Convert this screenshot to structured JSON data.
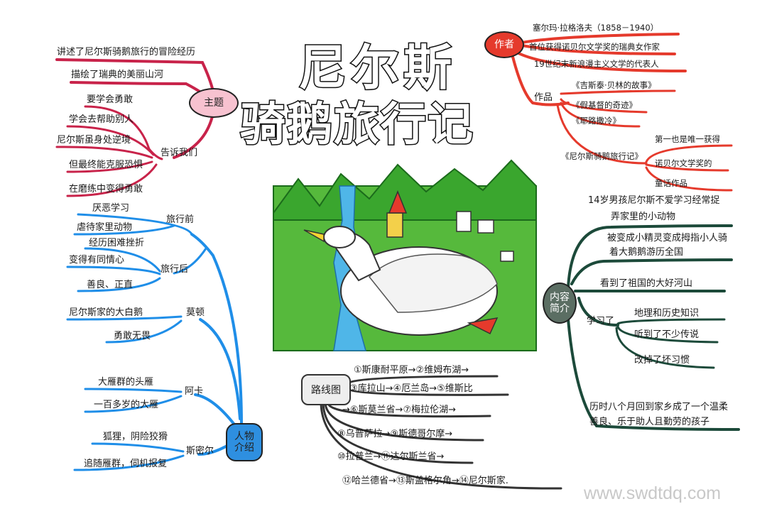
{
  "title": {
    "line1": "尼尔斯",
    "line2": "骑鹅旅行记"
  },
  "watermark": "www.swdtdq.com",
  "author": {
    "label": "作者",
    "lines": [
      "塞尔玛·拉格洛夫（1858－1940）",
      "首位获得诺贝尔文学奖的瑞典女作家",
      "19世纪末新浪漫主义文学的代表人"
    ],
    "works_label": "作品",
    "works": [
      "《吉斯泰·贝林的故事》",
      "《假基督的奇迹》",
      "《耶路撒冷》",
      "《尼尔斯骑鹅旅行记》"
    ],
    "nils_note": [
      "第一也是唯一获得",
      "诺贝尔文学奖的",
      "童话作品"
    ]
  },
  "theme": {
    "label": "主题",
    "lines": [
      "讲述了尼尔斯骑鹅旅行的冒险经历",
      "描绘了瑞典的美丽山河"
    ],
    "tells_label": "告诉我们",
    "tells": [
      "要学会勇敢",
      "学会去帮助别人",
      "尼尔斯虽身处逆境",
      "但最终能克服恐惧",
      "在磨练中变得勇敢"
    ]
  },
  "characters": {
    "label": "人物介绍",
    "before_label": "旅行前",
    "before": [
      "厌恶学习",
      "虐待家里动物"
    ],
    "after_label": "旅行后",
    "after": [
      "经历困难挫折",
      "变得有同情心",
      "善良、正直"
    ],
    "morten_label": "莫顿",
    "morten": [
      "尼尔斯家的大白鹅",
      "勇敢无畏"
    ],
    "akka_label": "阿卡",
    "akka": [
      "大雁群的头雁",
      "一百多岁的大雁"
    ],
    "smirre_label": "斯密尔",
    "smirre": [
      "狐狸，阴险狡猾",
      "追随雁群，伺机报复"
    ]
  },
  "content": {
    "label": "内容简介",
    "items": [
      "14岁男孩尼尔斯不爱学习经常捉",
      "弄家里的小动物",
      "被变成小精灵变成拇指小人骑",
      "着大鹅鹅游历全国",
      "看到了祖国的大好河山"
    ],
    "learn_label": "学习了",
    "learn": [
      "地理和历史知识",
      "听到了不少传说",
      "改掉了坏习惯"
    ],
    "ending": [
      "历时八个月回到家乡成了一个温柔",
      "善良、乐于助人且勤劳的孩子"
    ]
  },
  "route": {
    "label": "路线图",
    "lines": [
      "①斯康耐平原→②维姆布湖→",
      "③库拉山→④厄兰岛→⑤维斯比",
      "→⑥斯莫兰省→⑦梅拉伦湖→",
      "⑧乌普萨拉→⑨斯德哥尔摩→",
      "⑩拉普兰→⑪达尔斯兰省→",
      "⑫哈兰德省→⑬斯盖格尔角→⑭尼尔斯家."
    ]
  },
  "colors": {
    "theme_branch": "#c8234a",
    "author_branch": "#e53a2c",
    "character_branch": "#1f8ee8",
    "content_branch": "#1c4a3a",
    "route_branch": "#333333",
    "node_pink": "#f7c2d0",
    "node_red": "#e53a2c",
    "node_blue": "#2e8fe0",
    "node_dark": "#5b6e63"
  }
}
